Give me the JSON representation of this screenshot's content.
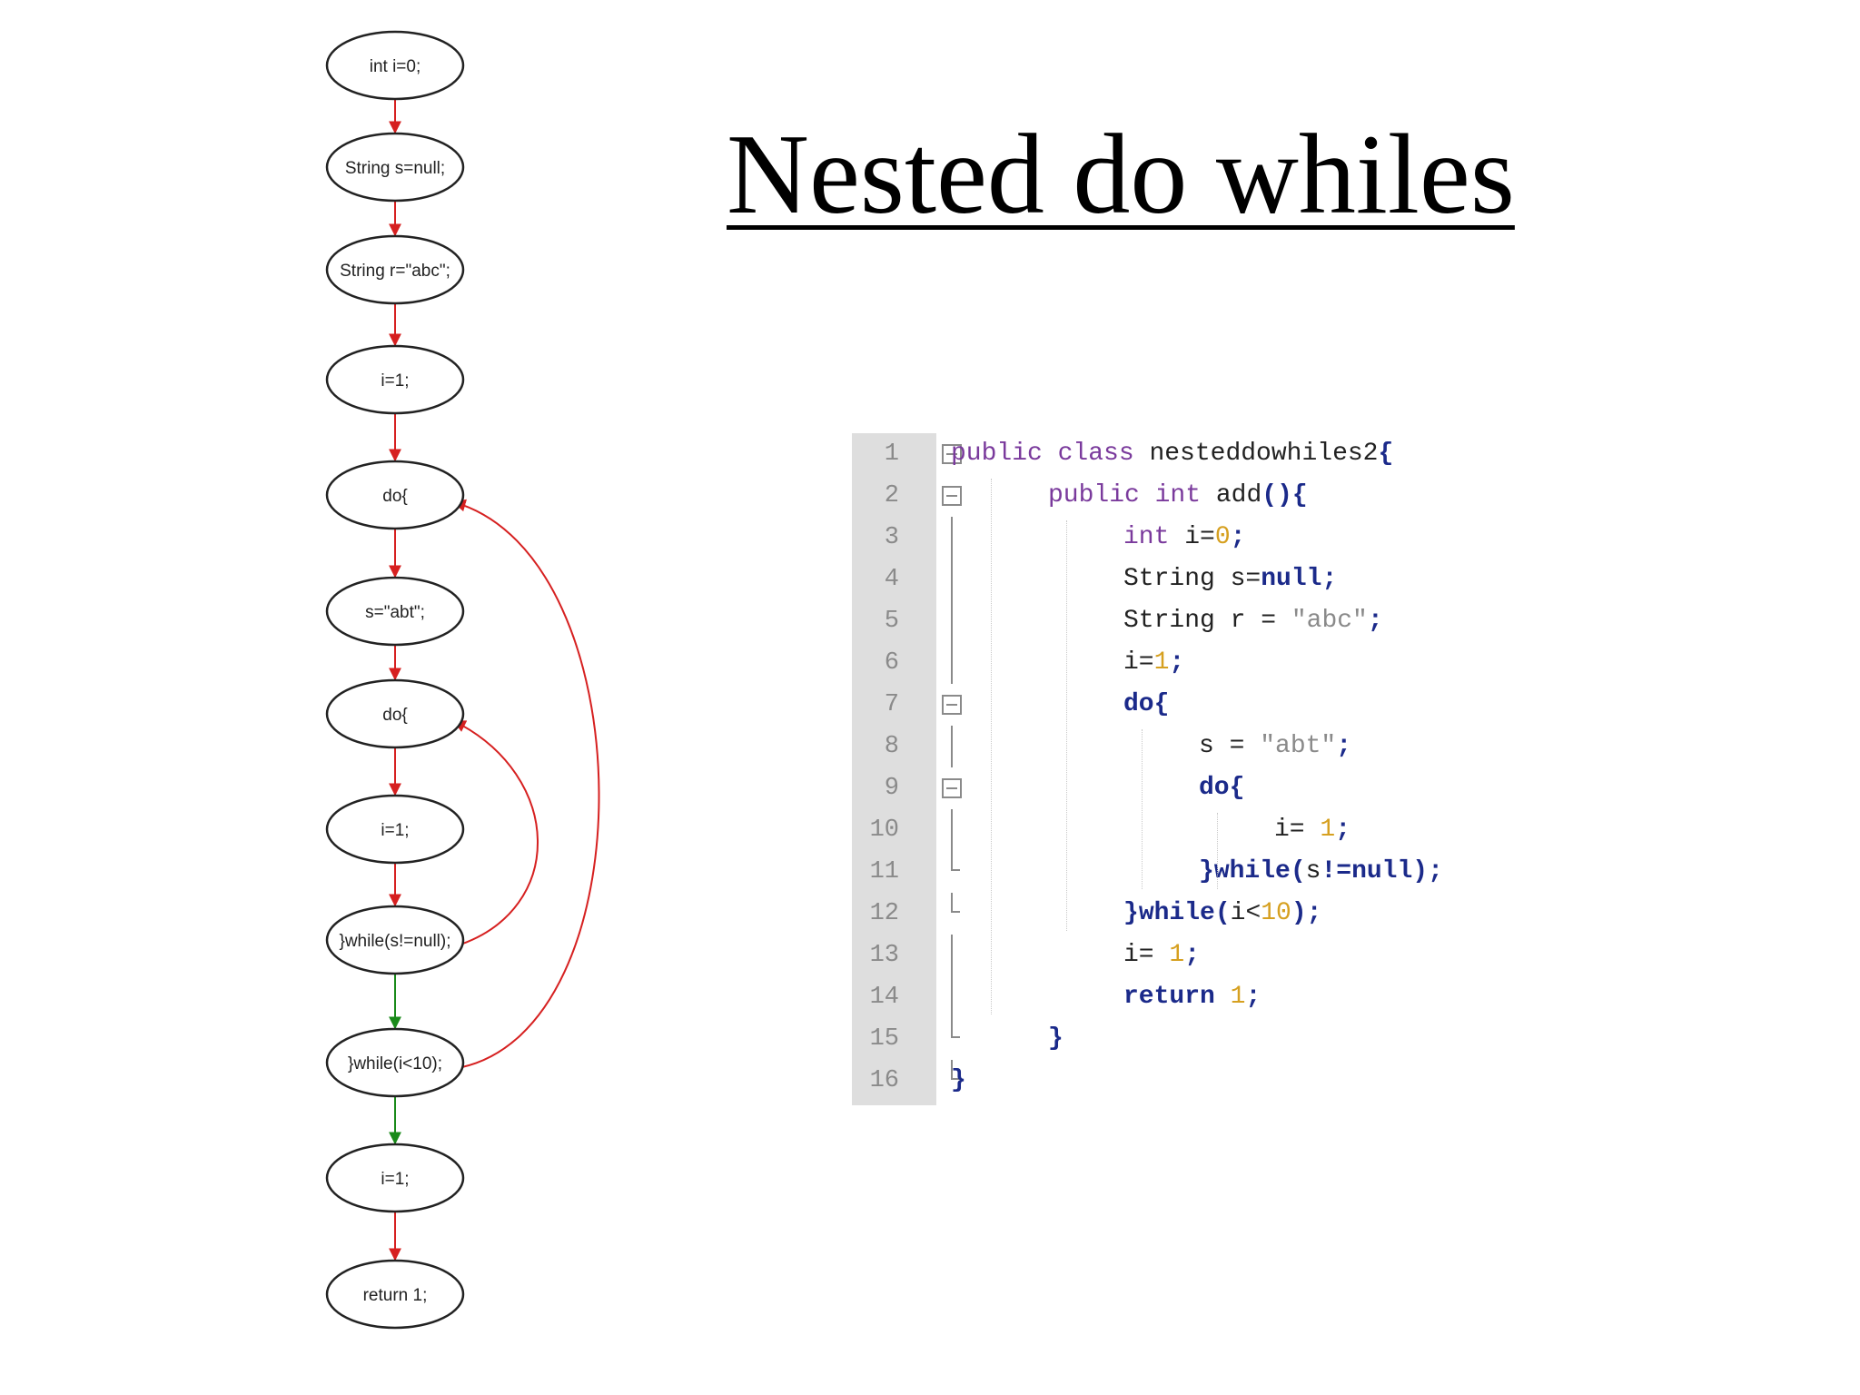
{
  "title": "Nested do whiles",
  "flow": {
    "nodes": [
      {
        "label": "int i=0;"
      },
      {
        "label": "String s=null;"
      },
      {
        "label": "String r=\"abc\";"
      },
      {
        "label": "i=1;"
      },
      {
        "label": "do{"
      },
      {
        "label": "s=\"abt\";"
      },
      {
        "label": "do{"
      },
      {
        "label": "i=1;"
      },
      {
        "label": "}while(s!=null);"
      },
      {
        "label": "}while(i<10);"
      },
      {
        "label": "i=1;"
      },
      {
        "label": "return 1;"
      }
    ],
    "edge_colors": {
      "normal": "#d62020",
      "exit": "#1a8a1a"
    }
  },
  "code": {
    "lines": [
      {
        "num": "1",
        "fold": "box",
        "tokens": [
          [
            "kw",
            "public class "
          ],
          [
            "id",
            "nesteddowhiles2"
          ],
          [
            "pun",
            "{"
          ]
        ]
      },
      {
        "num": "2",
        "fold": "box",
        "tokens": [
          [
            "kw",
            "public int "
          ],
          [
            "id",
            "add"
          ],
          [
            "pun",
            "(){"
          ]
        ]
      },
      {
        "num": "3",
        "fold": "vert",
        "tokens": [
          [
            "kw",
            "int "
          ],
          [
            "id",
            "i="
          ],
          [
            "num",
            "0"
          ],
          [
            "pun",
            ";"
          ]
        ]
      },
      {
        "num": "4",
        "fold": "vert",
        "tokens": [
          [
            "id",
            "String s="
          ],
          [
            "kwb",
            "null"
          ],
          [
            "pun",
            ";"
          ]
        ]
      },
      {
        "num": "5",
        "fold": "vert",
        "tokens": [
          [
            "id",
            "String r = "
          ],
          [
            "str",
            "\"abc\""
          ],
          [
            "pun",
            ";"
          ]
        ]
      },
      {
        "num": "6",
        "fold": "vert",
        "tokens": [
          [
            "id",
            "i="
          ],
          [
            "num",
            "1"
          ],
          [
            "pun",
            ";"
          ]
        ]
      },
      {
        "num": "7",
        "fold": "box",
        "tokens": [
          [
            "kwb",
            "do"
          ],
          [
            "pun",
            "{"
          ]
        ]
      },
      {
        "num": "8",
        "fold": "vert",
        "tokens": [
          [
            "id",
            "s = "
          ],
          [
            "str",
            "\"abt\""
          ],
          [
            "pun",
            ";"
          ]
        ]
      },
      {
        "num": "9",
        "fold": "box",
        "tokens": [
          [
            "kwb",
            "do"
          ],
          [
            "pun",
            "{"
          ]
        ]
      },
      {
        "num": "10",
        "fold": "vert",
        "tokens": [
          [
            "id",
            "i= "
          ],
          [
            "num",
            "1"
          ],
          [
            "pun",
            ";"
          ]
        ]
      },
      {
        "num": "11",
        "fold": "tick",
        "tokens": [
          [
            "pun",
            "}"
          ],
          [
            "kwb",
            "while"
          ],
          [
            "pun",
            "("
          ],
          [
            "id",
            "s"
          ],
          [
            "pun",
            "!="
          ],
          [
            "kwb",
            "null"
          ],
          [
            "pun",
            ");"
          ]
        ]
      },
      {
        "num": "12",
        "fold": "tick",
        "tokens": [
          [
            "pun",
            "}"
          ],
          [
            "kwb",
            "while"
          ],
          [
            "pun",
            "("
          ],
          [
            "id",
            "i<"
          ],
          [
            "num",
            "10"
          ],
          [
            "pun",
            ");"
          ]
        ]
      },
      {
        "num": "13",
        "fold": "vert",
        "tokens": [
          [
            "id",
            "i= "
          ],
          [
            "num",
            "1"
          ],
          [
            "pun",
            ";"
          ]
        ]
      },
      {
        "num": "14",
        "fold": "vert",
        "tokens": [
          [
            "kwb",
            "return "
          ],
          [
            "num",
            "1"
          ],
          [
            "pun",
            ";"
          ]
        ]
      },
      {
        "num": "15",
        "fold": "tick",
        "tokens": [
          [
            "pun",
            "}"
          ]
        ]
      },
      {
        "num": "16",
        "fold": "tick",
        "tokens": [
          [
            "pun",
            "}"
          ]
        ]
      }
    ]
  }
}
